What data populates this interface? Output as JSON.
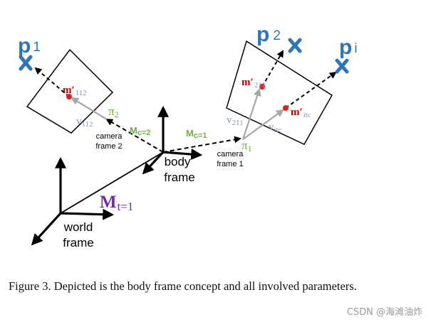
{
  "diagram": {
    "points": {
      "p1": {
        "base": "p",
        "sub": "1"
      },
      "p2": {
        "base": "p",
        "sub": "2"
      },
      "pi": {
        "base": "p",
        "sub": "i"
      }
    },
    "image_points": {
      "m112": {
        "base": "m′",
        "sub": "112"
      },
      "m211": {
        "base": "m′",
        "sub": "211"
      },
      "mitc": {
        "base": "m′",
        "sub": "itc"
      }
    },
    "view_vectors": {
      "v112": {
        "base": "v",
        "sub": "112"
      },
      "v211": {
        "base": "v",
        "sub": "211"
      },
      "vitc": {
        "base": "v",
        "sub": "itc"
      }
    },
    "camera_centers": {
      "pi2": {
        "base": "π",
        "sub": "2"
      },
      "pi1": {
        "base": "π",
        "sub": "1"
      }
    },
    "transforms": {
      "mc2": {
        "base": "M",
        "sub": "c=2"
      },
      "mc1": {
        "base": "M",
        "sub": "c=1"
      },
      "mt1": {
        "base": "M",
        "sub": "t=1"
      }
    },
    "frames": {
      "camera2": {
        "line1": "camera",
        "line2": "frame 2"
      },
      "camera1": {
        "line1": "camera",
        "line2": "frame 1"
      },
      "body": {
        "line1": "body",
        "line2": "frame"
      },
      "world": {
        "line1": "world",
        "line2": "frame"
      }
    },
    "colors": {
      "blue": "#2e75b6",
      "red": "#e02020",
      "dark_red": "#c00000",
      "green": "#70ad47",
      "purple": "#7030a0",
      "gray": "#a6a6a6",
      "gray_text": "#8497b0",
      "black": "#000000"
    }
  },
  "caption": "Figure 3.  Depicted is the body frame concept and all involved parameters.",
  "watermark": "CSDN @海滩油炸"
}
